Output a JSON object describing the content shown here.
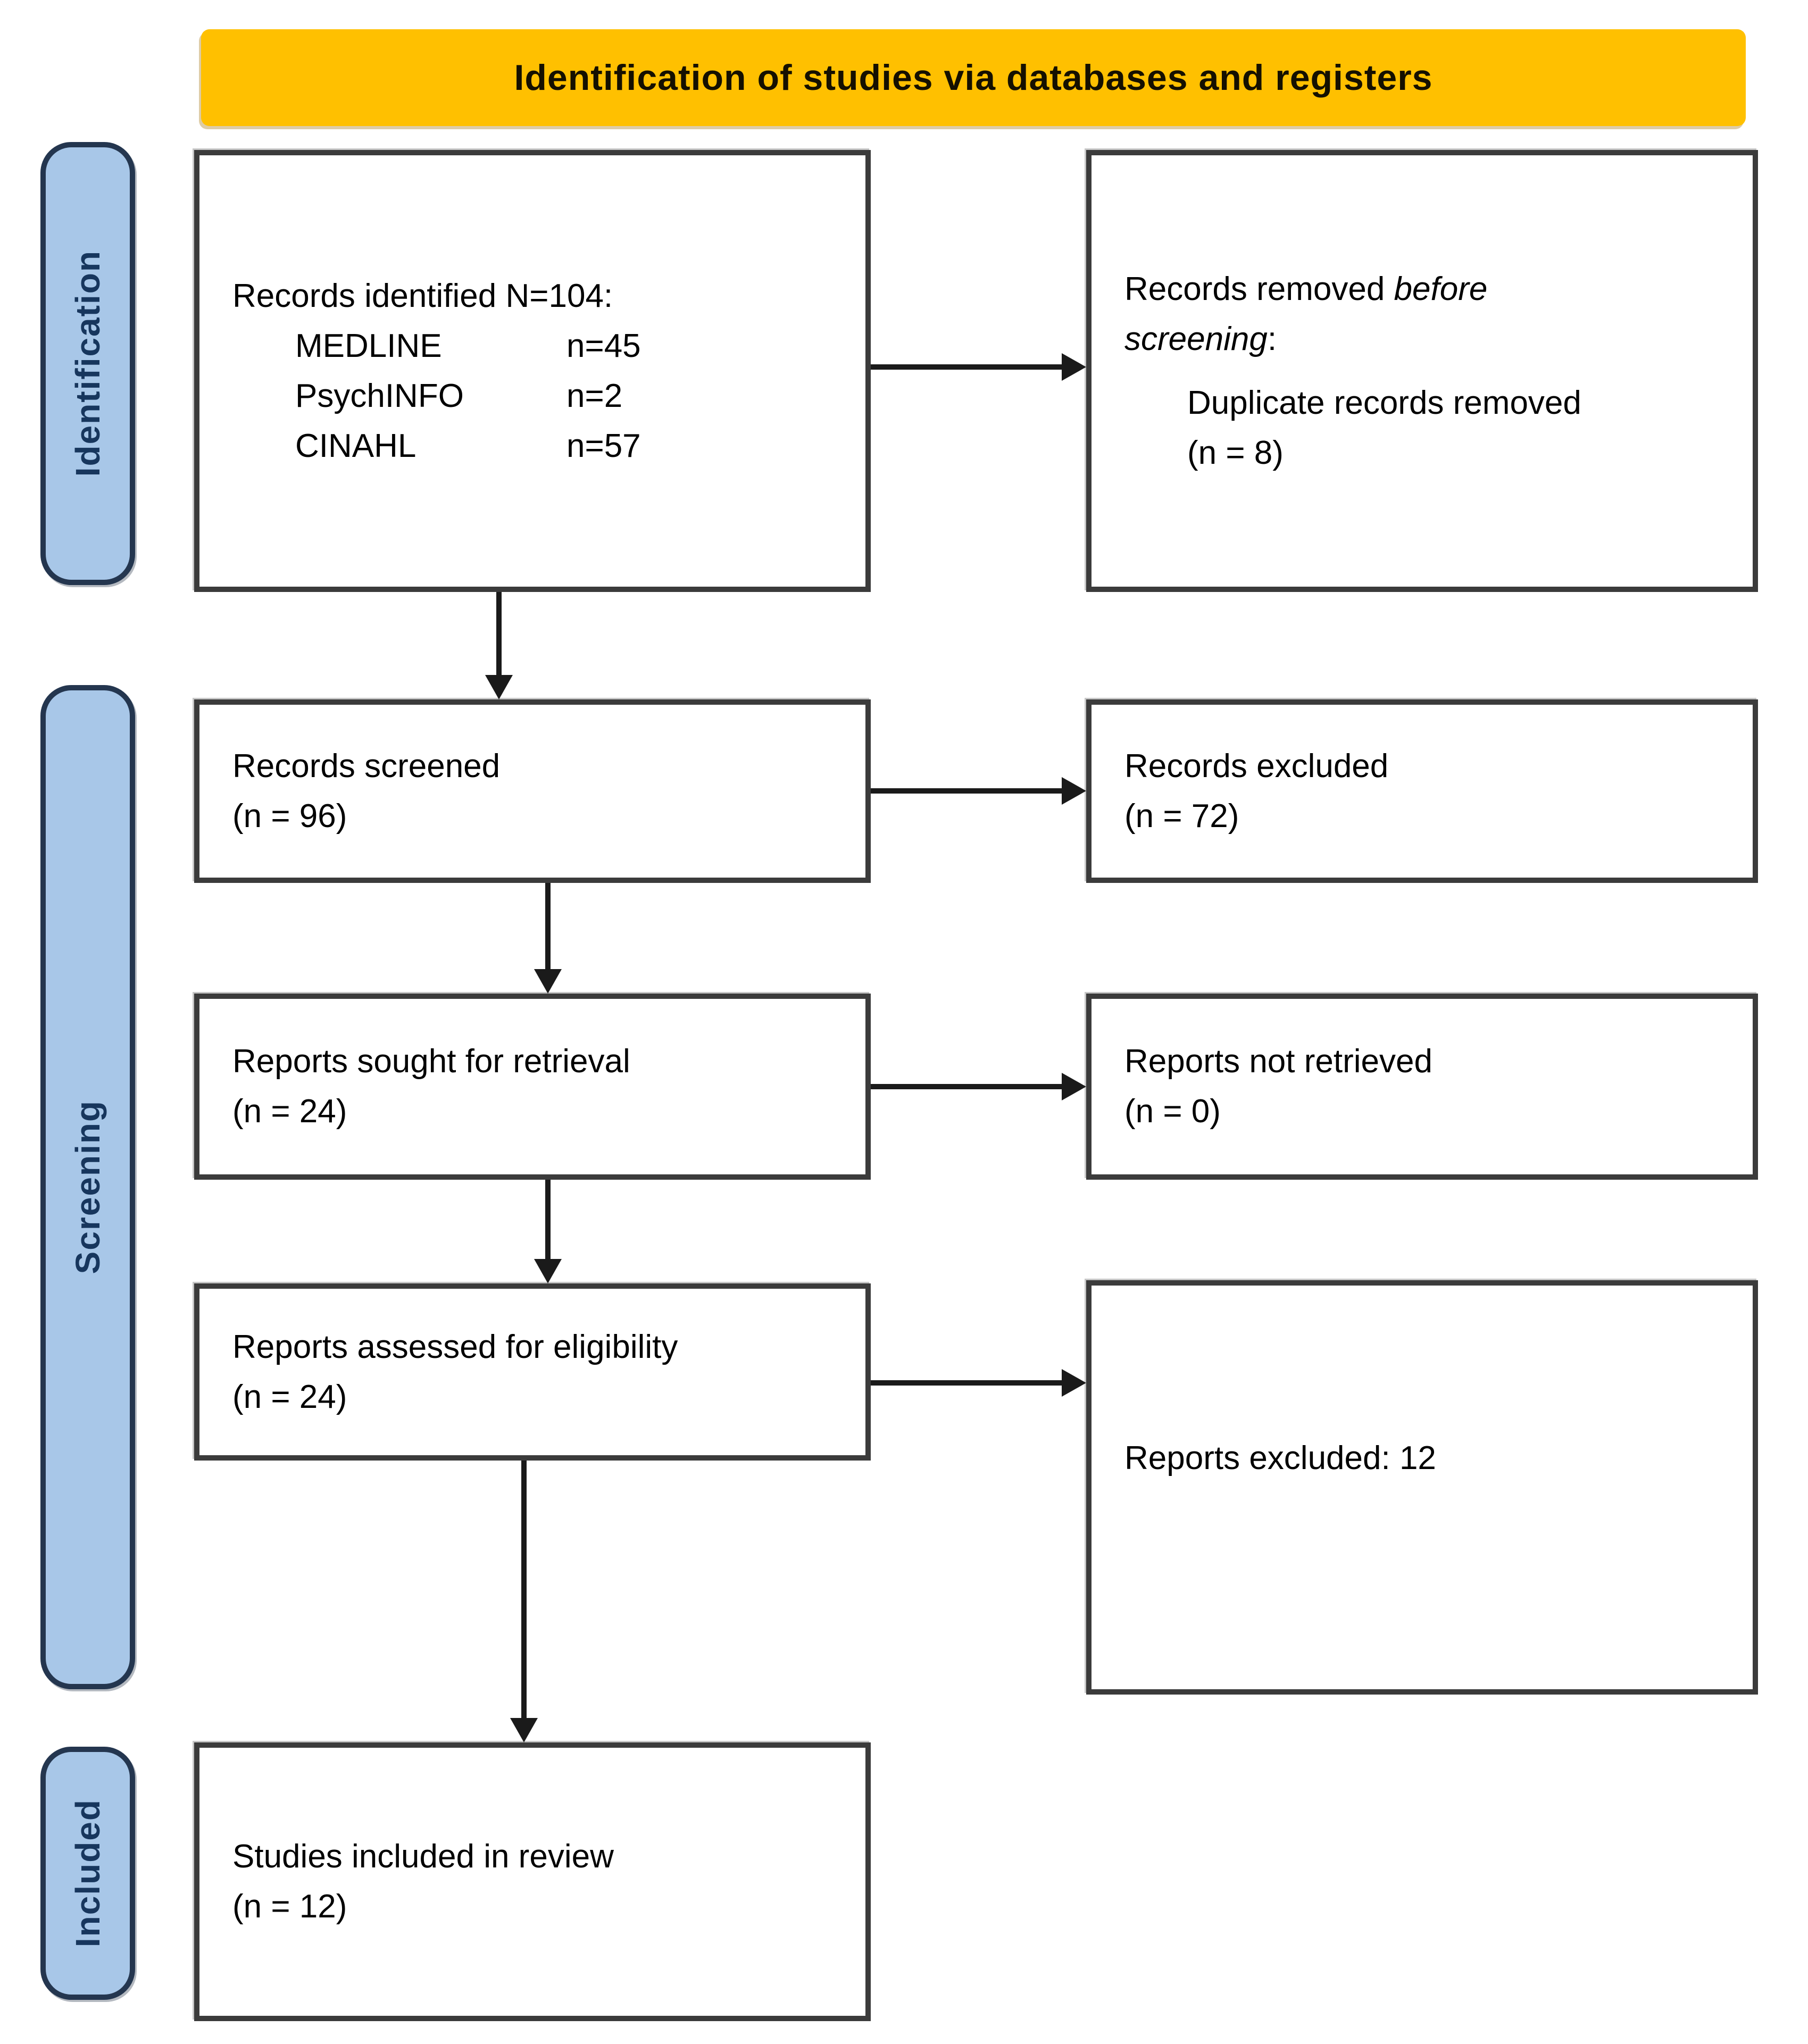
{
  "diagram": {
    "banner_title": "Identification of studies via databases and registers",
    "side_labels": {
      "identification": "Identification",
      "screening": "Screening",
      "included": "Included"
    },
    "boxes": {
      "records_identified": {
        "heading": "Records identified N=104:",
        "sources": [
          {
            "name": "MEDLINE",
            "count": "n=45"
          },
          {
            "name": "PsychINFO",
            "count": "n=2"
          },
          {
            "name": "CINAHL",
            "count": "n=57"
          }
        ]
      },
      "records_removed": {
        "line1_normal": "Records removed ",
        "line1_italic": "before",
        "line2_italic": "screening",
        "line2_normal": ":",
        "detail": "Duplicate records removed",
        "count": "(n = 8)"
      },
      "records_screened": {
        "title": "Records screened",
        "count": "(n = 96)"
      },
      "records_excluded": {
        "title": "Records excluded",
        "count": "(n = 72)"
      },
      "reports_sought": {
        "title": "Reports sought for retrieval",
        "count": "(n = 24)"
      },
      "reports_not_retrieved": {
        "title": "Reports not retrieved",
        "count": "(n = 0)"
      },
      "reports_assessed": {
        "title": "Reports assessed for eligibility",
        "count": "(n = 24)"
      },
      "reports_excluded": {
        "title": "Reports excluded: 12"
      },
      "studies_included": {
        "title": "Studies included in review",
        "count": "(n = 12)"
      }
    },
    "colors": {
      "banner_bg": "#FFC000",
      "label_bg": "#A8C7E8",
      "label_text": "#17365D",
      "box_border": "#3B3B3B",
      "arrow": "#1A1A1A"
    }
  }
}
